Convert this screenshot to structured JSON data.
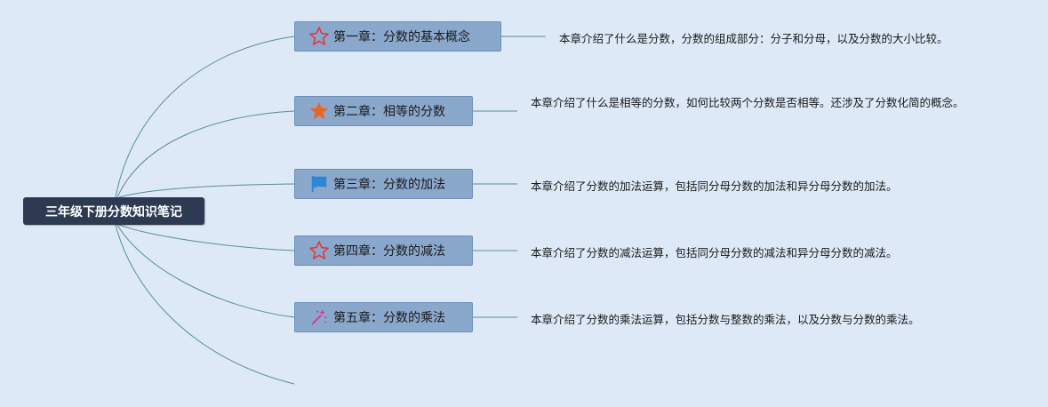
{
  "root": {
    "title": "三年级下册分数知识笔记"
  },
  "chapters": [
    {
      "title": "第一章：分数的基本概念",
      "icon": "star-outline-icon",
      "icon_color": "#e03a3a",
      "description": "本章介绍了什么是分数，分数的组成部分：分子和分母，以及分数的大小比较。"
    },
    {
      "title": "第二章：相等的分数",
      "icon": "star-filled-icon",
      "icon_color": "#e8662c",
      "description": "本章介绍了什么是相等的分数，如何比较两个分数是否相等。还涉及了分数化简的概念。"
    },
    {
      "title": "第三章：分数的加法",
      "icon": "flag-icon",
      "icon_color": "#2f86d4",
      "description": "本章介绍了分数的加法运算，包括同分母分数的加法和异分母分数的加法。"
    },
    {
      "title": "第四章：分数的减法",
      "icon": "star-outline-icon",
      "icon_color": "#e03a3a",
      "description": "本章介绍了分数的减法运算，包括同分母分数的减法和异分母分数的减法。"
    },
    {
      "title": "第五章：分数的乘法",
      "icon": "magic-wand-icon",
      "icon_color": "#d23a8a",
      "description": "本章介绍了分数的乘法运算，包括分数与整数的乘法，以及分数与分数的乘法。"
    }
  ],
  "colors": {
    "background": "#dde9f7",
    "root_fill": "#2d3a52",
    "chapter_fill": "#8aa7cc",
    "connector": "#5a8f92"
  }
}
